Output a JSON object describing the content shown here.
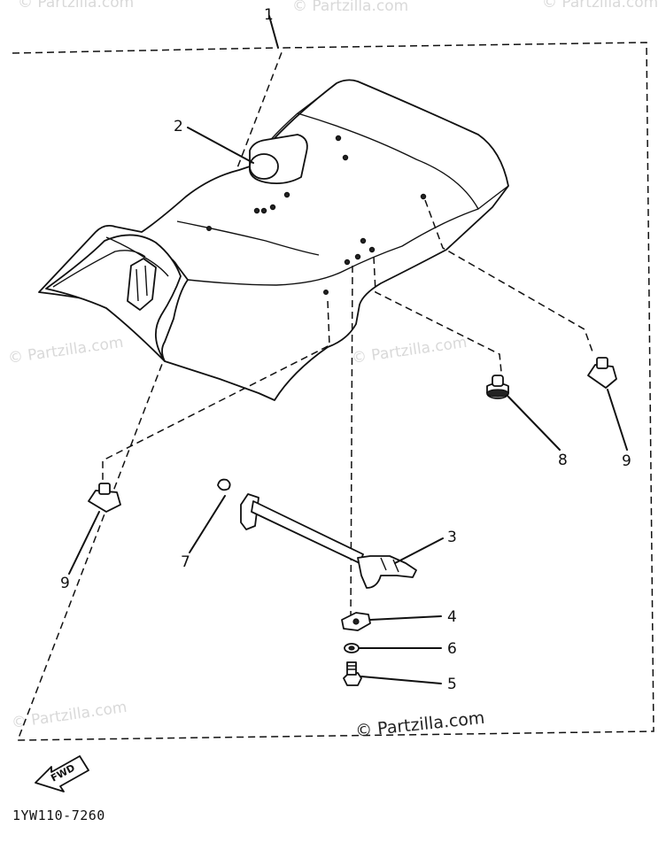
{
  "diagram": {
    "callouts": {
      "c1": "1",
      "c2": "2",
      "c3": "3",
      "c4": "4",
      "c5": "5",
      "c6": "6",
      "c7": "7",
      "c8": "8",
      "c9_right": "9",
      "c9_left": "9"
    },
    "fwd_label": "FWD",
    "drawing_code": "1YW110-7260",
    "watermark": "© Partzilla.com",
    "watermark_faint": "© Partzilla.com"
  }
}
